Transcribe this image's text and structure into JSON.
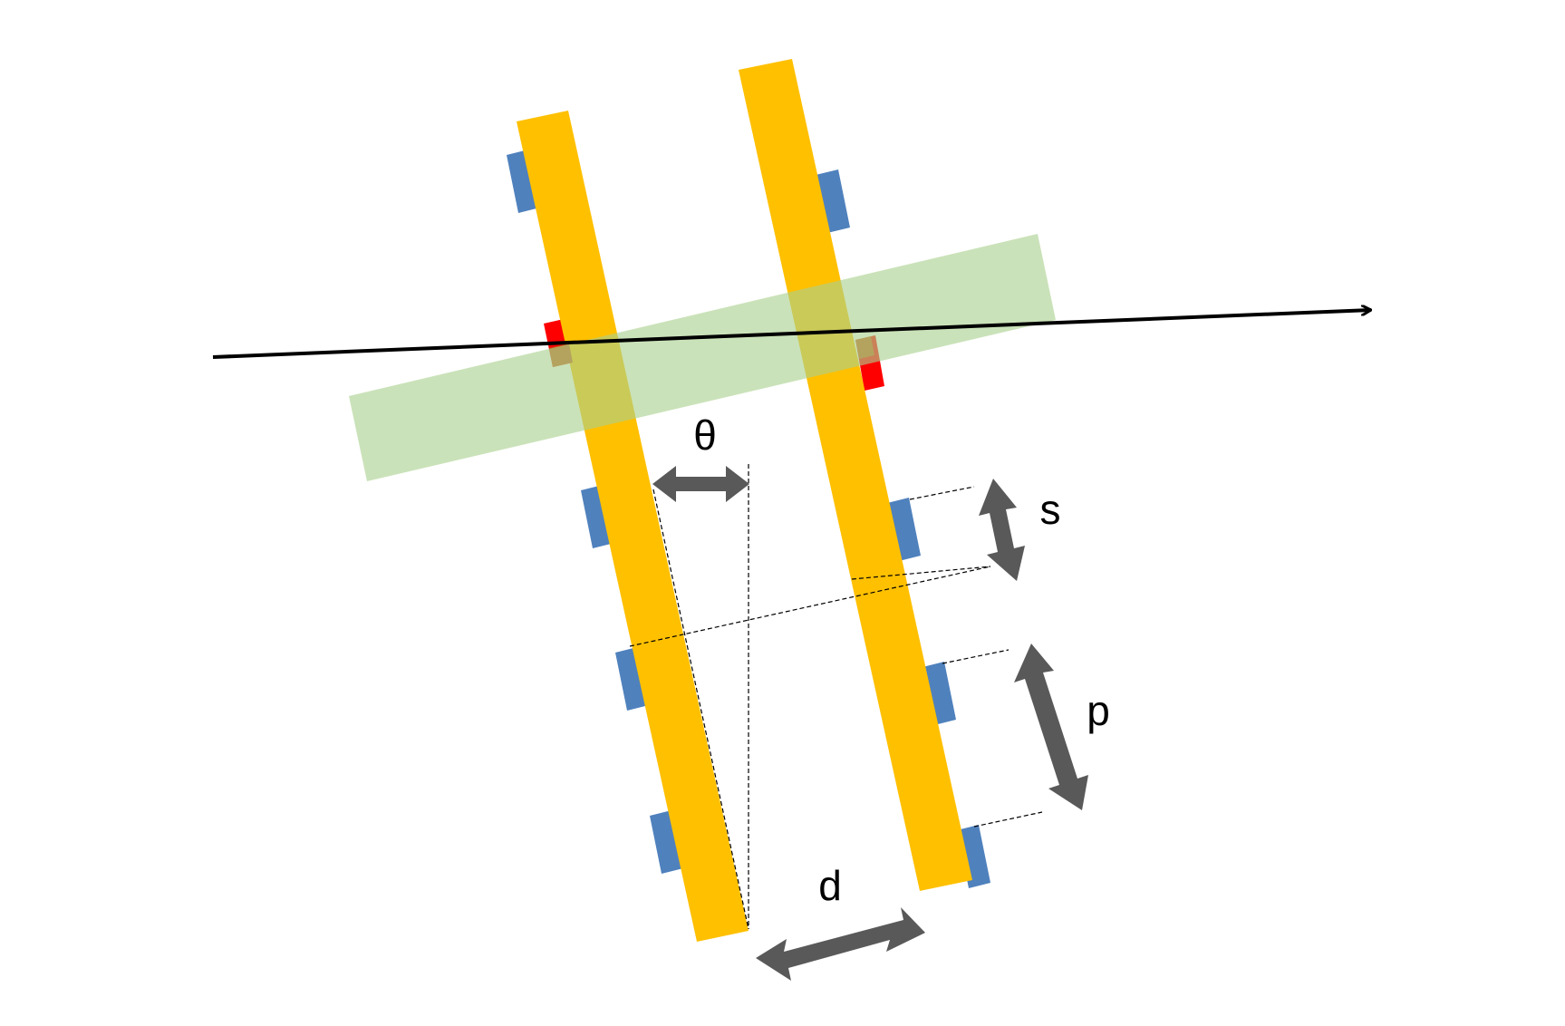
{
  "labels": {
    "theta": "θ",
    "s": "s",
    "p": "p",
    "d": "d"
  },
  "colors": {
    "background": "#ffffff",
    "strip": "#ffc000",
    "sensor_pad": "#4f81bd",
    "hit_pad": "#ff0000",
    "hit_overlap": "#c55a11",
    "beam_band": "#a9d18e",
    "track": "#000000",
    "dimension_arrow": "#595959",
    "guide_line": "#000000"
  }
}
